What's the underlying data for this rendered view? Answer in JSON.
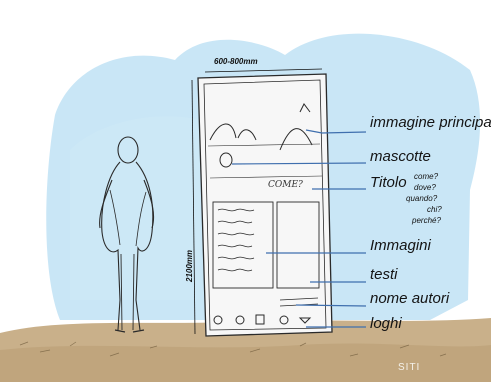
{
  "dimensions": {
    "width_label": "600-800mm",
    "height_label": "2100mm"
  },
  "panel_sketch_text": "COME?",
  "labels": {
    "immagine_principale": "immagine principale",
    "mascotte": "mascotte",
    "titolo": "Titolo",
    "immagini": "Immagini",
    "testi": "testi",
    "nome_autori": "nome autori",
    "loghi": "loghi"
  },
  "questions": [
    "come?",
    "dove?",
    "quando?",
    "chi?",
    "perché?"
  ],
  "watermark": "SITI",
  "colors": {
    "sky": "#bfe2f4",
    "ground": "#c9b08a",
    "leader_line": "#3f6fae",
    "sketch_ink": "#2a2a2a"
  }
}
